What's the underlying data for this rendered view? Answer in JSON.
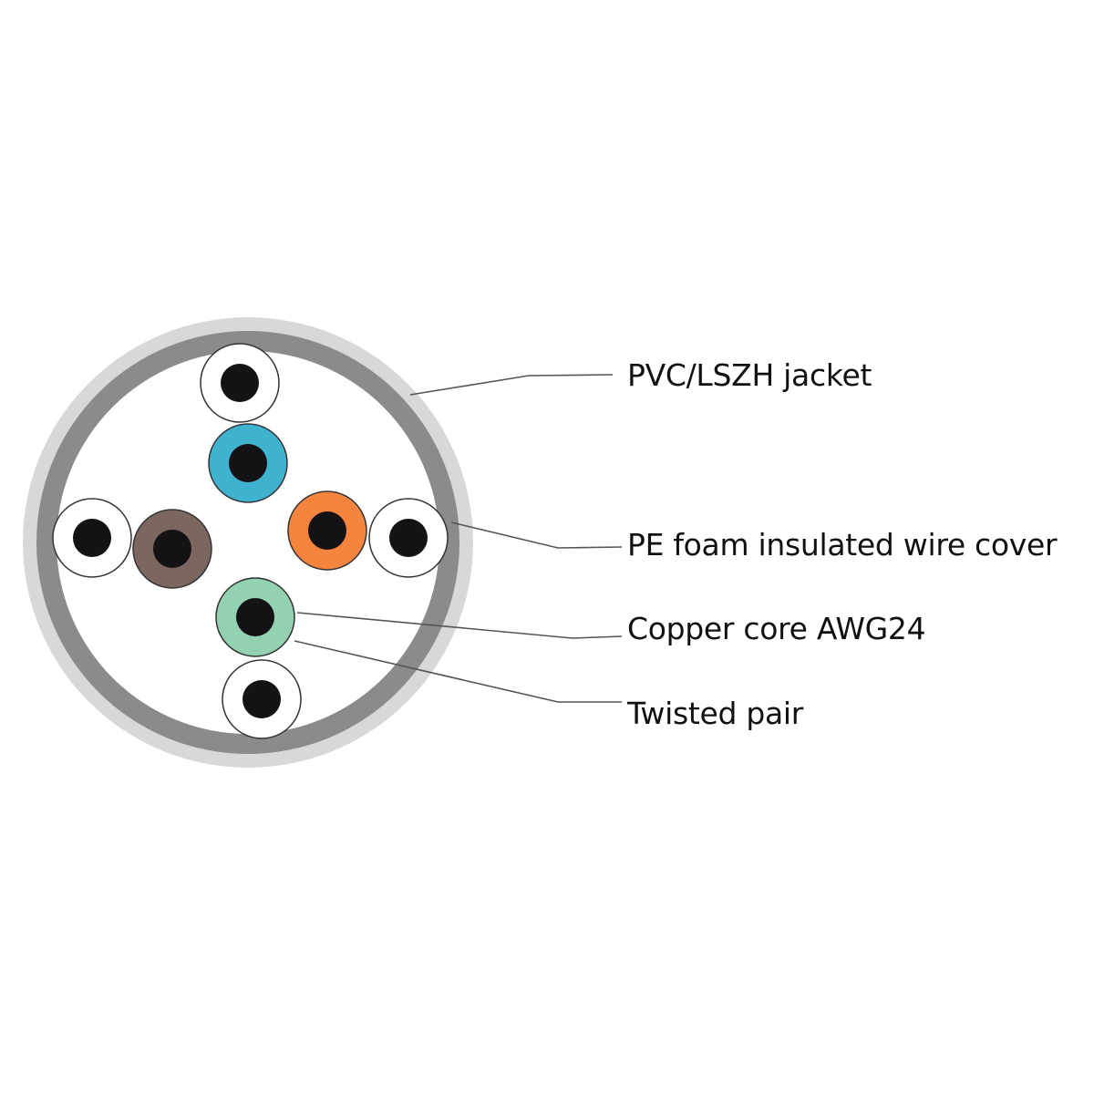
{
  "labels": {
    "jacket": "PVC/LSZH jacket",
    "insulation": "PE foam insulated wire cover",
    "core": "Copper core AWG24",
    "pair": "Twisted pair"
  },
  "colors": {
    "jacket_outer": "#d8d8da",
    "jacket_inner": "#8b8b8e",
    "blue": "#3fb2d0",
    "brown": "#7b6660",
    "orange": "#f5843f",
    "green": "#92d2b2",
    "white": "#ffffff",
    "core": "#141214"
  },
  "wires": [
    {
      "name": "white-top",
      "color": "white"
    },
    {
      "name": "blue",
      "color": "blue"
    },
    {
      "name": "white-left",
      "color": "white"
    },
    {
      "name": "brown",
      "color": "brown"
    },
    {
      "name": "orange",
      "color": "orange"
    },
    {
      "name": "white-right",
      "color": "white"
    },
    {
      "name": "green",
      "color": "green"
    },
    {
      "name": "white-bottom",
      "color": "white"
    }
  ]
}
